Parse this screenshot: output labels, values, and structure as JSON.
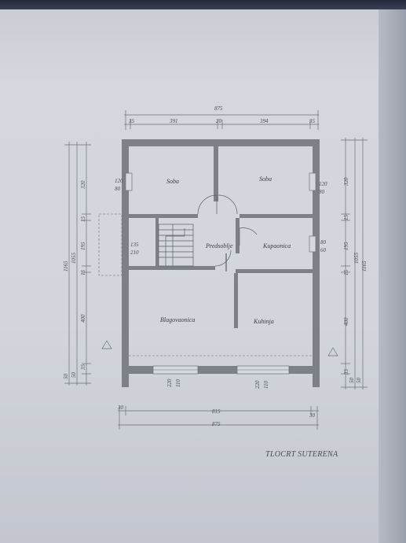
{
  "drawing": {
    "caption": "TLOCRT SUTERENA",
    "rooms": {
      "soba_left": "Soba",
      "soba_right": "Soba",
      "predsoblje": "Predsoblje",
      "kupaonica": "Kupaonica",
      "blagovaonica": "Blagovaonica",
      "kuhinja": "Kuhinja"
    },
    "dims_top": {
      "total": "875",
      "left_edge": "35",
      "left": "391",
      "mid": "20",
      "right": "394",
      "right_edge": "35"
    },
    "dims_bottom": {
      "left_edge": "30",
      "inner": "815",
      "right_edge": "30",
      "total": "875"
    },
    "dims_left": {
      "outer": "1165",
      "inner": "1055",
      "d320": "320",
      "d15a": "15",
      "d195": "195",
      "d15b": "15",
      "d400": "400",
      "d50": "50",
      "d50b": "50",
      "d35": "35"
    },
    "dims_right": {
      "outer": "1165",
      "inner": "1055",
      "d320": "320",
      "d15a": "15",
      "d195": "195",
      "d15b": "15",
      "d400": "400",
      "d50": "50",
      "d50b": "50",
      "d35": "35"
    },
    "openings": {
      "win_left_top": "120",
      "win_left_bot": "80",
      "win_right_top": "120",
      "win_right_bot": "80",
      "door_stair_top": "135",
      "door_stair_bot": "210",
      "win_kup_top": "80",
      "win_kup_bot": "60",
      "win_b1_a": "220",
      "win_b1_b": "110",
      "win_b2_a": "220",
      "win_b2_b": "110"
    }
  }
}
